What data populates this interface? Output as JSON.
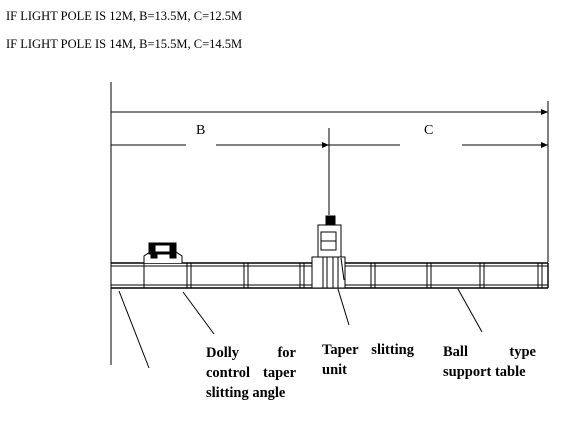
{
  "notes": [
    "IF LIGHT POLE IS 12M, B=13.5M, C=12.5M",
    "IF LIGHT POLE IS 14M, B=15.5M, C=14.5M"
  ],
  "dimensions": {
    "b": "B",
    "c": "C"
  },
  "captions": {
    "dolly": [
      "Dolly    for",
      "control taper",
      "slitting angle"
    ],
    "taper": [
      "Taper slitting",
      "unit"
    ],
    "ball": [
      "Ball      type",
      "support table"
    ]
  }
}
